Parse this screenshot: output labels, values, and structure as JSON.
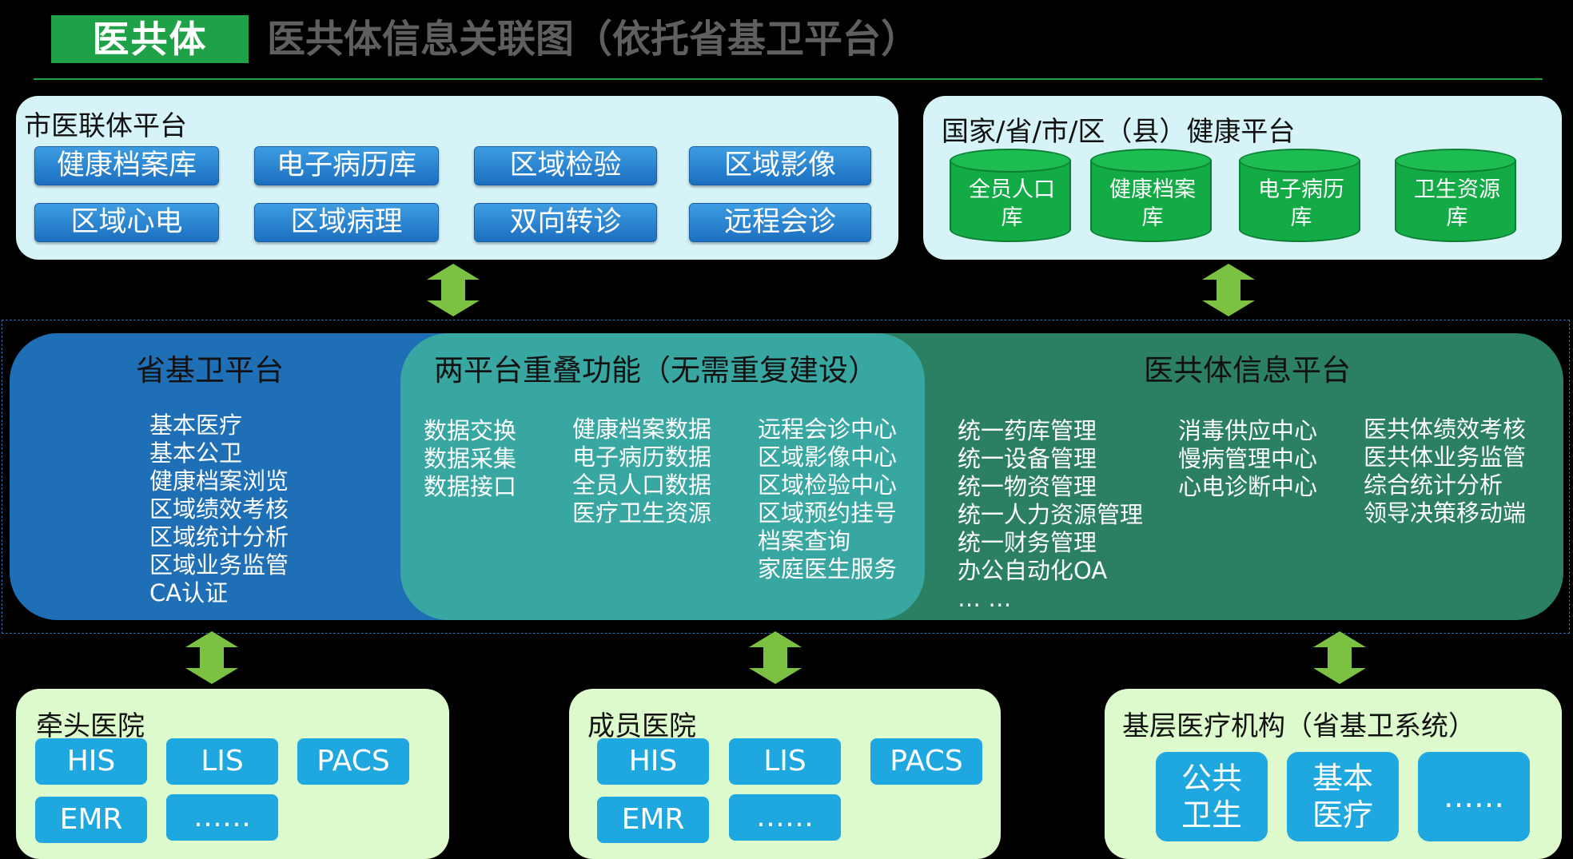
{
  "header": {
    "brand": "医共体",
    "title": "医共体信息关联图（依托省基卫平台）"
  },
  "city_platform": {
    "title": "市医联体平台",
    "modules": [
      "健康档案库",
      "电子病历库",
      "区域检验",
      "区域影像",
      "区域心电",
      "区域病理",
      "双向转诊",
      "远程会诊"
    ]
  },
  "national_platform": {
    "title": "国家/省/市/区（县）健康平台",
    "databases": [
      {
        "line1": "全员人口",
        "line2": "库"
      },
      {
        "line1": "健康档案",
        "line2": "库"
      },
      {
        "line1": "电子病历",
        "line2": "库"
      },
      {
        "line1": "卫生资源",
        "line2": "库"
      }
    ]
  },
  "provincial_platform": {
    "title": "省基卫平台",
    "items": [
      "基本医疗",
      "基本公卫",
      "健康档案浏览",
      "区域绩效考核",
      "区域统计分析",
      "区域业务监管",
      "CA认证"
    ]
  },
  "overlap": {
    "title": "两平台重叠功能（无需重复建设）",
    "col1": [
      "数据交换",
      "数据采集",
      "数据接口"
    ],
    "col2": [
      "健康档案数据",
      "电子病历数据",
      "全员人口数据",
      "医疗卫生资源"
    ],
    "col3": [
      "远程会诊中心",
      "区域影像中心",
      "区域检验中心",
      "区域预约挂号",
      "档案查询",
      "家庭医生服务"
    ]
  },
  "community_platform": {
    "title": "医共体信息平台",
    "col1": [
      "统一药库管理",
      "统一设备管理",
      "统一物资管理",
      "统一人力资源管理",
      "统一财务管理",
      "办公自动化OA",
      "… …"
    ],
    "col2": [
      "消毒供应中心",
      "慢病管理中心",
      "心电诊断中心"
    ],
    "col3": [
      "医共体绩效考核",
      "医共体业务监管",
      "综合统计分析",
      "领导决策移动端"
    ]
  },
  "lead_hospital": {
    "title": "牵头医院",
    "systems": [
      "HIS",
      "LIS",
      "PACS",
      "EMR",
      "……"
    ]
  },
  "member_hospital": {
    "title": "成员医院",
    "systems": [
      "HIS",
      "LIS",
      "PACS",
      "EMR",
      "……"
    ]
  },
  "primary_care": {
    "title": "基层医疗机构（省基卫系统）",
    "items": [
      {
        "line1": "公共",
        "line2": "卫生"
      },
      {
        "line1": "基本",
        "line2": "医疗"
      },
      {
        "line1": "……",
        "line2": ""
      }
    ]
  },
  "colors": {
    "brand_green": "#1fa247",
    "panel_light": "#d6f4f7",
    "panel_green": "#dcfacb",
    "module_blue": "#1c6fc0",
    "db_green": "#12ab45",
    "arrow_green": "#7cc242",
    "band_blue": "#1f6fb6",
    "band_teal": "#39a7a1",
    "band_green": "#2b7f63",
    "button_cyan": "#1fa7df"
  }
}
